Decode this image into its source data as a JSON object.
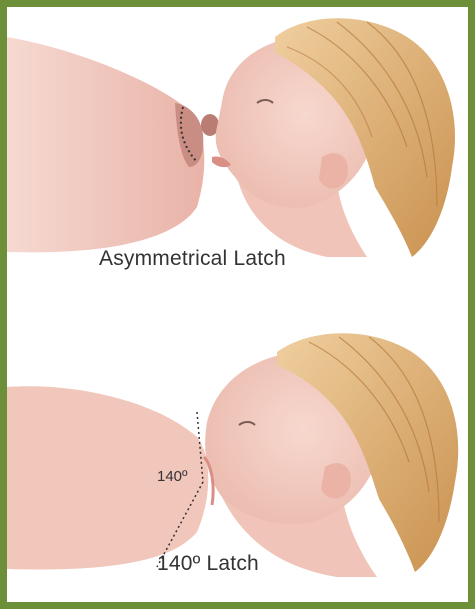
{
  "diagram": {
    "top_panel": {
      "caption": "Asymmetrical Latch"
    },
    "bottom_panel": {
      "caption": "140º Latch",
      "angle_label": "140º"
    },
    "colors": {
      "border": "#6e8f3a",
      "skin": "#f2c9bd",
      "skin_shadow": "#e4a99c",
      "hair": "#e0b47a",
      "areola": "#c98d83"
    }
  }
}
